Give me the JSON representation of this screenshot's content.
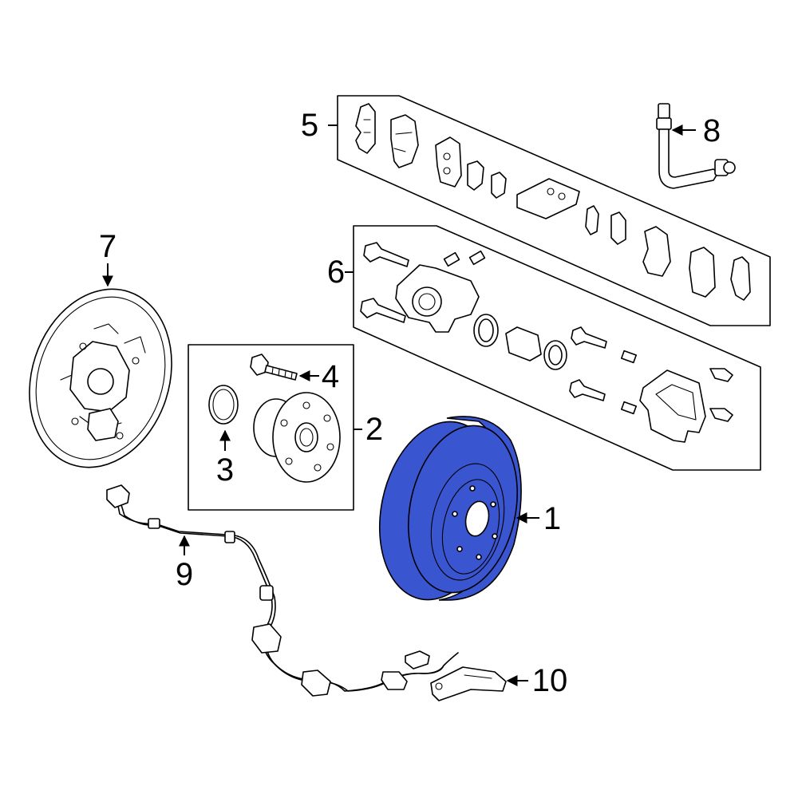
{
  "highlight_color": "#3a55d0",
  "line_color": "#000000",
  "callouts": {
    "c1": "1",
    "c2": "2",
    "c3": "3",
    "c4": "4",
    "c5": "5",
    "c6": "6",
    "c7": "7",
    "c8": "8",
    "c9": "9",
    "c10": "10"
  },
  "parts": [
    {
      "callout": "1",
      "icon": "brake-rotor",
      "highlighted": true
    },
    {
      "callout": "2",
      "icon": "hub-assembly-group"
    },
    {
      "callout": "3",
      "icon": "seal-ring"
    },
    {
      "callout": "4",
      "icon": "hub-bolt"
    },
    {
      "callout": "5",
      "icon": "brake-pad-kit"
    },
    {
      "callout": "6",
      "icon": "caliper-kit"
    },
    {
      "callout": "7",
      "icon": "backing-plate"
    },
    {
      "callout": "8",
      "icon": "brake-hose"
    },
    {
      "callout": "9",
      "icon": "abs-sensor-harness"
    },
    {
      "callout": "10",
      "icon": "bracket"
    }
  ]
}
